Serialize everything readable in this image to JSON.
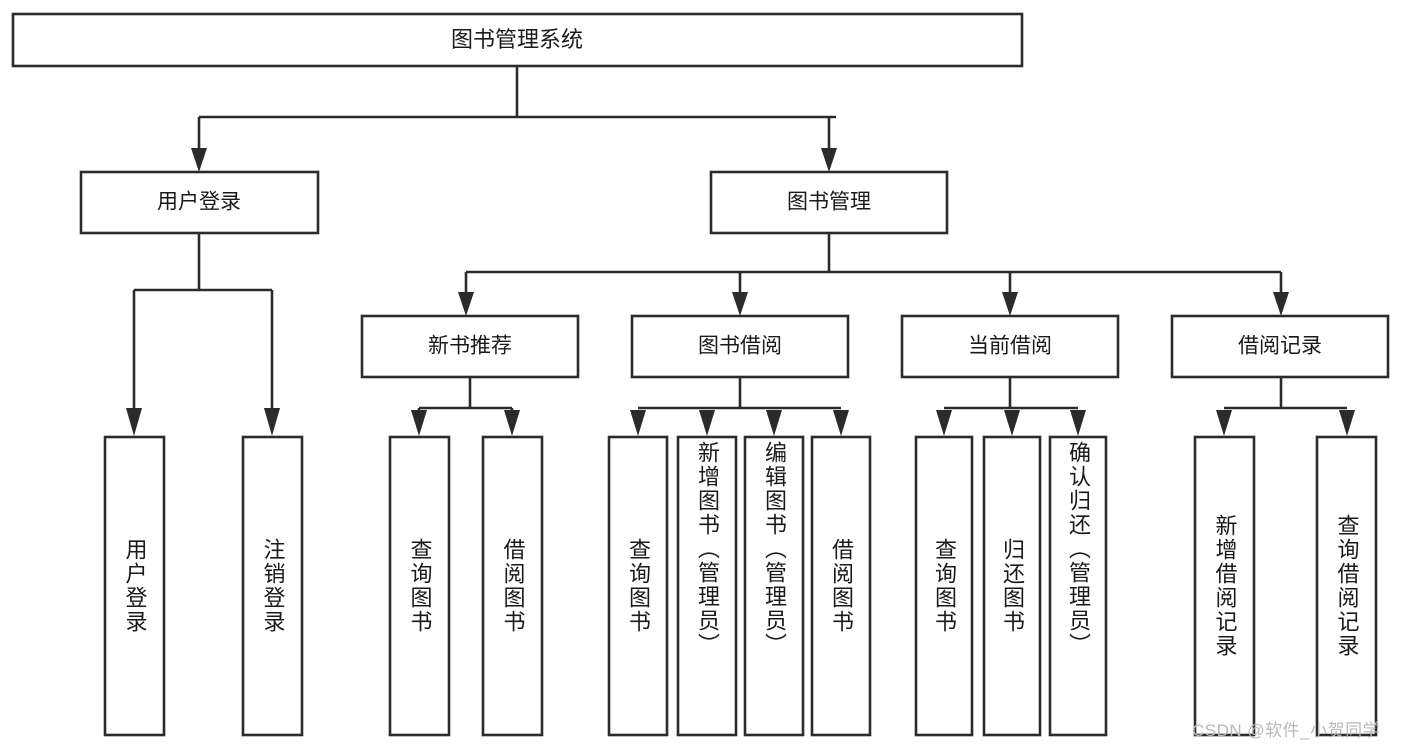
{
  "diagram": {
    "type": "hierarchy-tree",
    "title": "图书管理系统",
    "watermark": "CSDN @软件_小贺同学",
    "colors": {
      "stroke": "#2b2b2b",
      "fill": "#ffffff",
      "text": "#1a1a1a",
      "watermark": "#b9b9b9"
    },
    "root": {
      "label": "图书管理系统"
    },
    "level2": [
      {
        "label": "用户登录"
      },
      {
        "label": "图书管理"
      }
    ],
    "level3": [
      {
        "label": "新书推荐"
      },
      {
        "label": "图书借阅"
      },
      {
        "label": "当前借阅"
      },
      {
        "label": "借阅记录"
      }
    ],
    "leaves": {
      "user_login": [
        {
          "label": "用户登录"
        },
        {
          "label": "注销登录"
        }
      ],
      "new_book_recommend": [
        {
          "label": "查询图书"
        },
        {
          "label": "借阅图书"
        }
      ],
      "book_borrow": [
        {
          "label": "查询图书"
        },
        {
          "label": "新增图书（管理员）"
        },
        {
          "label": "编辑图书（管理员）"
        },
        {
          "label": "借阅图书"
        }
      ],
      "current_borrow": [
        {
          "label": "查询图书"
        },
        {
          "label": "归还图书"
        },
        {
          "label": "确认归还（管理员）"
        }
      ],
      "borrow_records": [
        {
          "label": "新增借阅记录"
        },
        {
          "label": "查询借阅记录"
        }
      ]
    }
  }
}
